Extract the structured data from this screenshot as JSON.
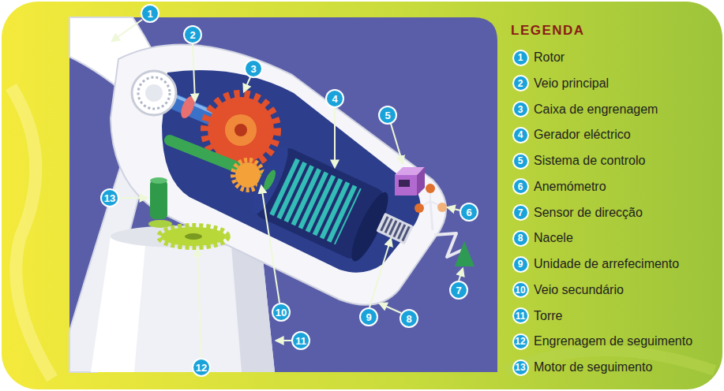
{
  "diagram": {
    "labels": [
      "1",
      "2",
      "3",
      "4",
      "5",
      "6",
      "7",
      "8",
      "9",
      "10",
      "11",
      "12",
      "13",
      "LEGENDA",
      "1",
      "2",
      "3",
      "4",
      "5",
      "6",
      "7",
      "8",
      "9",
      "10",
      "11",
      "12",
      "13"
    ],
    "legend": [
      {
        "text": "Rotor"
      },
      {
        "text": "Veio principal"
      },
      {
        "text": "Caixa de engrenagem"
      },
      {
        "text": "Gerador eléctrico"
      },
      {
        "text": "Sistema de controlo"
      },
      {
        "text": "Anemómetro"
      },
      {
        "text": "Sensor de direcção"
      },
      {
        "text": "Nacele"
      },
      {
        "text": "Unidade de arrefecimento"
      },
      {
        "text": "Veio secundário"
      },
      {
        "text": "Torre"
      },
      {
        "text": "Engrenagem de seguimento"
      },
      {
        "text": "Motor de seguimento"
      }
    ]
  }
}
